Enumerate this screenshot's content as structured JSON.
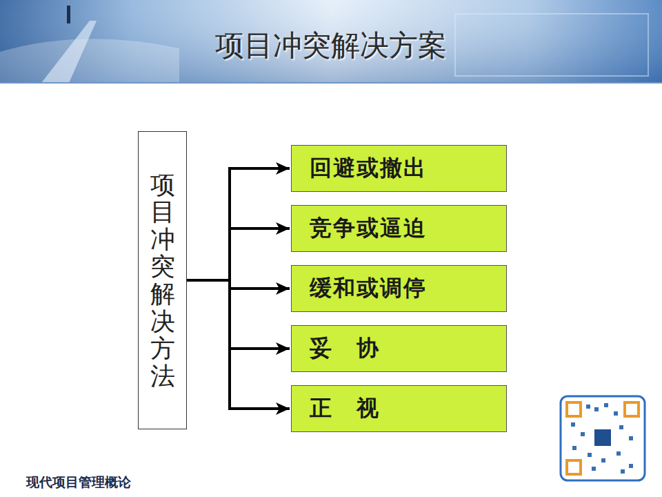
{
  "diagram": {
    "title": "项目冲突解决方案",
    "nodes": [
      {
        "text": [
          "项目冲突解决方法"
        ]
      },
      {
        "text": [
          "回避或撤出"
        ]
      },
      {
        "text": [
          "竞争或逼迫"
        ]
      },
      {
        "text": [
          "缓和或调停"
        ]
      },
      {
        "text": [
          "妥　协"
        ]
      },
      {
        "text": [
          "正　视"
        ]
      }
    ],
    "edges": [
      {
        "from": 0,
        "to": 1,
        "arrow": "to"
      },
      {
        "from": 0,
        "to": 2,
        "arrow": "to"
      },
      {
        "from": 0,
        "to": 3,
        "arrow": "to"
      },
      {
        "from": 0,
        "to": 4,
        "arrow": "to"
      },
      {
        "from": 0,
        "to": 5,
        "arrow": "to"
      }
    ],
    "labels": [
      "现代项目管理概论"
    ]
  }
}
